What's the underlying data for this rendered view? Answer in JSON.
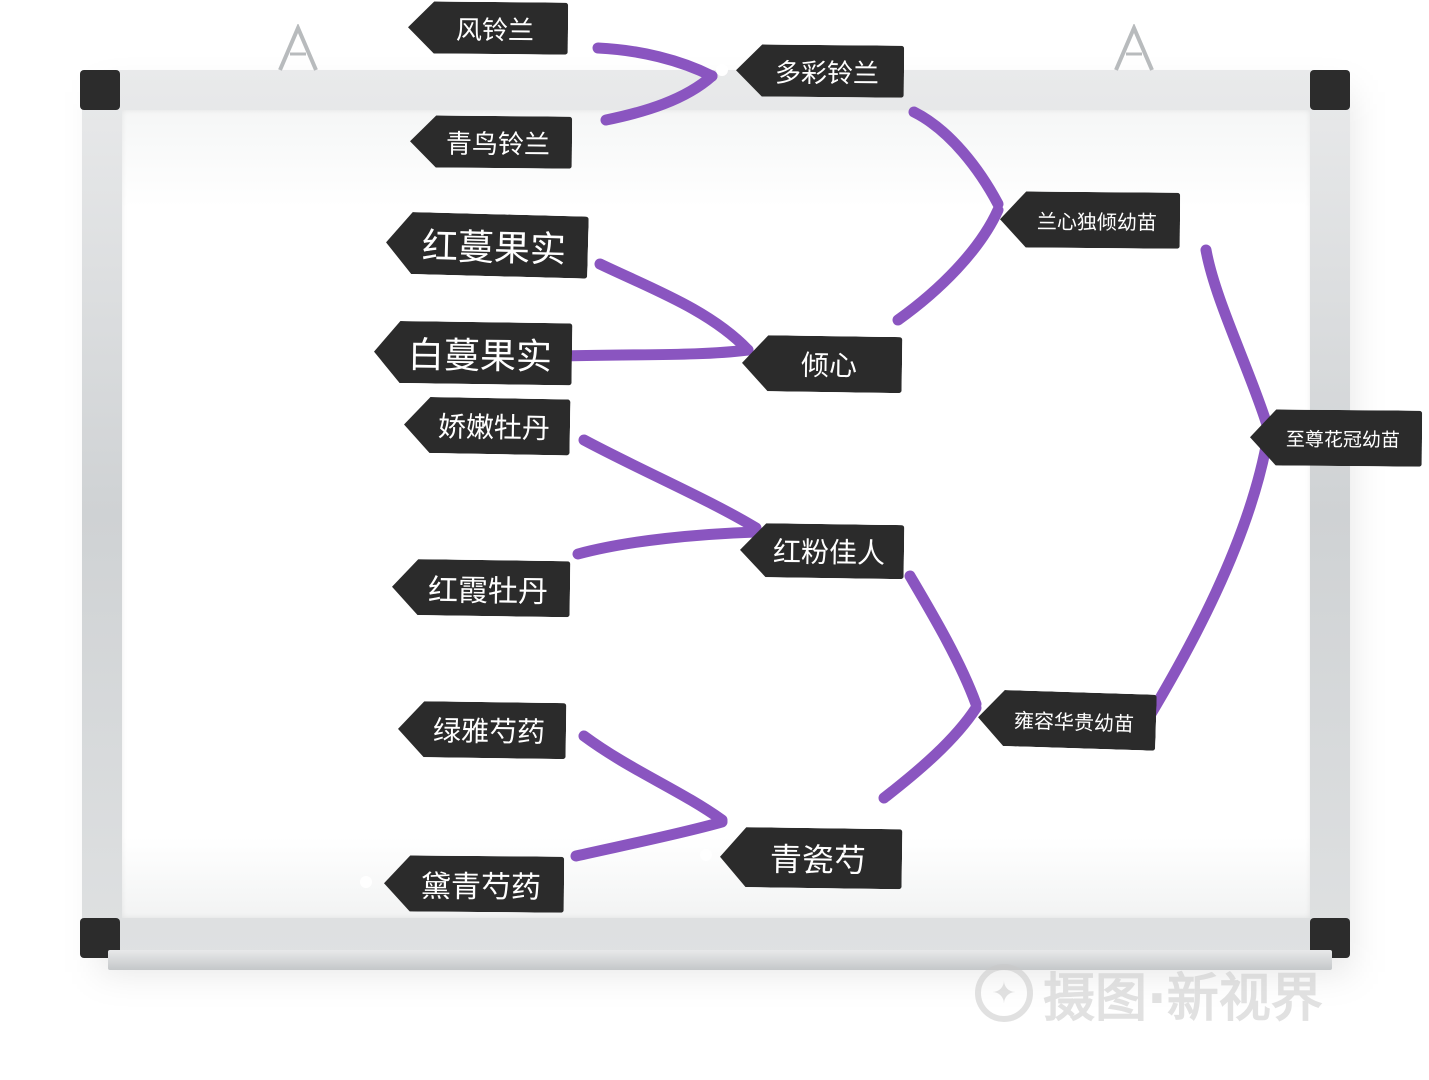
{
  "colors": {
    "connector": "#8a55c0",
    "tag_background": "#2b2b2b",
    "tag_text": "#ffffff",
    "board_frame": "#d8dadb",
    "watermark": "#c8c8c8"
  },
  "diagram": {
    "type": "bracket-tree",
    "root": "至尊花冠幼苗",
    "level2": [
      "兰心独倾幼苗",
      "雍容华贵幼苗"
    ],
    "level3": [
      "多彩铃兰",
      "倾心",
      "红粉佳人",
      "青瓷芍"
    ],
    "leaves": [
      "风铃兰",
      "青鸟铃兰",
      "红蔓果实",
      "白蔓果实",
      "娇嫩牡丹",
      "红霞牡丹",
      "绿雅芍药",
      "黛青芍药"
    ],
    "edges": [
      [
        "风铃兰",
        "多彩铃兰"
      ],
      [
        "青鸟铃兰",
        "多彩铃兰"
      ],
      [
        "红蔓果实",
        "倾心"
      ],
      [
        "白蔓果实",
        "倾心"
      ],
      [
        "娇嫩牡丹",
        "红粉佳人"
      ],
      [
        "红霞牡丹",
        "红粉佳人"
      ],
      [
        "绿雅芍药",
        "青瓷芍"
      ],
      [
        "黛青芍药",
        "青瓷芍"
      ],
      [
        "多彩铃兰",
        "兰心独倾幼苗"
      ],
      [
        "倾心",
        "兰心独倾幼苗"
      ],
      [
        "红粉佳人",
        "雍容华贵幼苗"
      ],
      [
        "青瓷芍",
        "雍容华贵幼苗"
      ],
      [
        "兰心独倾幼苗",
        "至尊花冠幼苗"
      ],
      [
        "雍容华贵幼苗",
        "至尊花冠幼苗"
      ]
    ]
  },
  "tags": {
    "fengling": "风铃兰",
    "qingniao": "青鸟铃兰",
    "duocai": "多彩铃兰",
    "hongman": "红蔓果实",
    "baiman": "白蔓果实",
    "qingxin": "倾心",
    "lanxin": "兰心独倾幼苗",
    "jiaonen": "娇嫩牡丹",
    "hongfen": "红粉佳人",
    "hongxia": "红霞牡丹",
    "zhizun": "至尊花冠幼苗",
    "yongrong": "雍容华贵幼苗",
    "lvya": "绿雅芍药",
    "qingci": "青瓷芍",
    "daiqing": "黛青芍药"
  },
  "watermark": {
    "icon": "camera-aperture-icon",
    "text": "摄图·新视界"
  }
}
